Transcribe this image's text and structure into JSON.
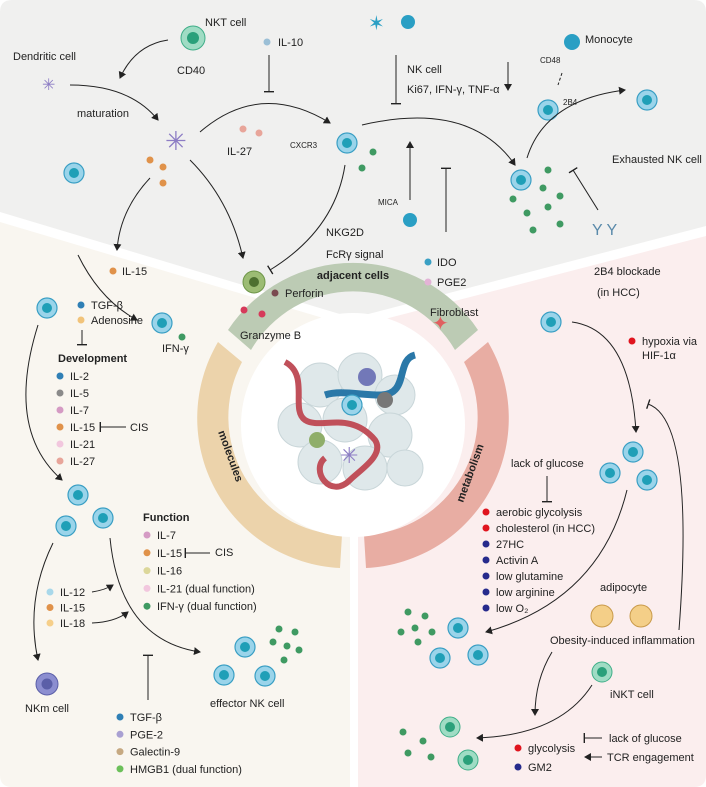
{
  "colors": {
    "adjacent": "#bccbb4",
    "molecules": "#ecd3ab",
    "metabolism": "#e8ada3",
    "nk_cell": "#9ad4ea",
    "ifn_dot": "#3f9a62",
    "red_dot": "#e0141e",
    "navy_dot": "#262a8c"
  },
  "center": {
    "adjacent": "adjacent cells",
    "molecules": "molecules",
    "metabolism": "metabolism"
  },
  "top": {
    "nkt_cell": "NKT cell",
    "cd40": "CD40",
    "dendritic_cell": "Dendritic cell",
    "maturation": "maturation",
    "il10": "IL-10",
    "il27": "IL-27",
    "cxcr3": "CXCR3",
    "nk_cell": "NK cell",
    "nk_markers": "Ki67, IFN-γ, TNF-α",
    "monocyte": "Monocyte",
    "cd48": "CD48",
    "b2b4": "2B4",
    "exhausted": "Exhausted NK cell",
    "mica": "MICA",
    "nkg2d": "NKG2D",
    "fcr": "FcRγ signal",
    "ido": "IDO",
    "pge2": "PGE2",
    "fibroblast": "Fibroblast",
    "blockade": "2B4 blockade",
    "in_hcc": "(in HCC)",
    "il15": "IL-15",
    "perforin": "Perforin",
    "granzyme": "Granzyme B",
    "ifng": "IFN-γ"
  },
  "molecules": {
    "inhibitors_top": [
      {
        "label": "TGF-β",
        "color": "#2f7fb5"
      },
      {
        "label": "Adenosine",
        "color": "#f1c37a"
      }
    ],
    "development_title": "Development",
    "development": [
      {
        "label": "IL-2",
        "color": "#2f7fb5"
      },
      {
        "label": "IL-5",
        "color": "#8a8a8a"
      },
      {
        "label": "IL-7",
        "color": "#d59bc4"
      },
      {
        "label": "IL-15",
        "color": "#e0924a"
      },
      {
        "label": "IL-21",
        "color": "#f2c7de"
      },
      {
        "label": "IL-27",
        "color": "#e8a59a"
      }
    ],
    "cis1": "CIS",
    "function_title": "Function",
    "function": [
      {
        "label": "IL-7",
        "color": "#d59bc4"
      },
      {
        "label": "IL-15",
        "color": "#e0924a"
      },
      {
        "label": "IL-16",
        "color": "#dcd79a"
      },
      {
        "label": "IL-21 (dual function)",
        "color": "#f2c7de"
      },
      {
        "label": "IFN-γ (dual function)",
        "color": "#3f9a62"
      }
    ],
    "cis2": "CIS",
    "activators": [
      {
        "label": "IL-12",
        "color": "#a9d8ea"
      },
      {
        "label": "IL-15",
        "color": "#e0924a"
      },
      {
        "label": "IL-18",
        "color": "#f6cf8a"
      }
    ],
    "nkm": "NKm cell",
    "effector": "effector NK cell",
    "inhibitors_bottom": [
      {
        "label": "TGF-β",
        "color": "#2f7fb5"
      },
      {
        "label": "PGE-2",
        "color": "#a9a0d2"
      },
      {
        "label": "Galectin-9",
        "color": "#c6a982"
      },
      {
        "label": "HMGB1 (dual function)",
        "color": "#6cc05a"
      }
    ]
  },
  "metabolism": {
    "hypoxia1": "hypoxia via",
    "hypoxia2": "HIF-1α",
    "lack_glucose": "lack of glucose",
    "factors": [
      {
        "label": "aerobic glycolysis",
        "color": "#e0141e"
      },
      {
        "label": "cholesterol (in HCC)",
        "color": "#e0141e"
      },
      {
        "label": "27HC",
        "color": "#262a8c"
      },
      {
        "label": "Activin A",
        "color": "#262a8c"
      },
      {
        "label": "low glutamine",
        "color": "#262a8c"
      },
      {
        "label": "low arginine",
        "color": "#262a8c"
      },
      {
        "label": "low O₂",
        "color": "#262a8c"
      }
    ],
    "adipocyte": "adipocyte",
    "obesity": "Obesity-induced inflammation",
    "inkt": "iNKT cell",
    "lack_glucose2": "lack of glucose",
    "tcr": "TCR engagement",
    "inkt_factors": [
      {
        "label": "glycolysis",
        "color": "#e0141e"
      },
      {
        "label": "GM2",
        "color": "#262a8c"
      }
    ]
  }
}
